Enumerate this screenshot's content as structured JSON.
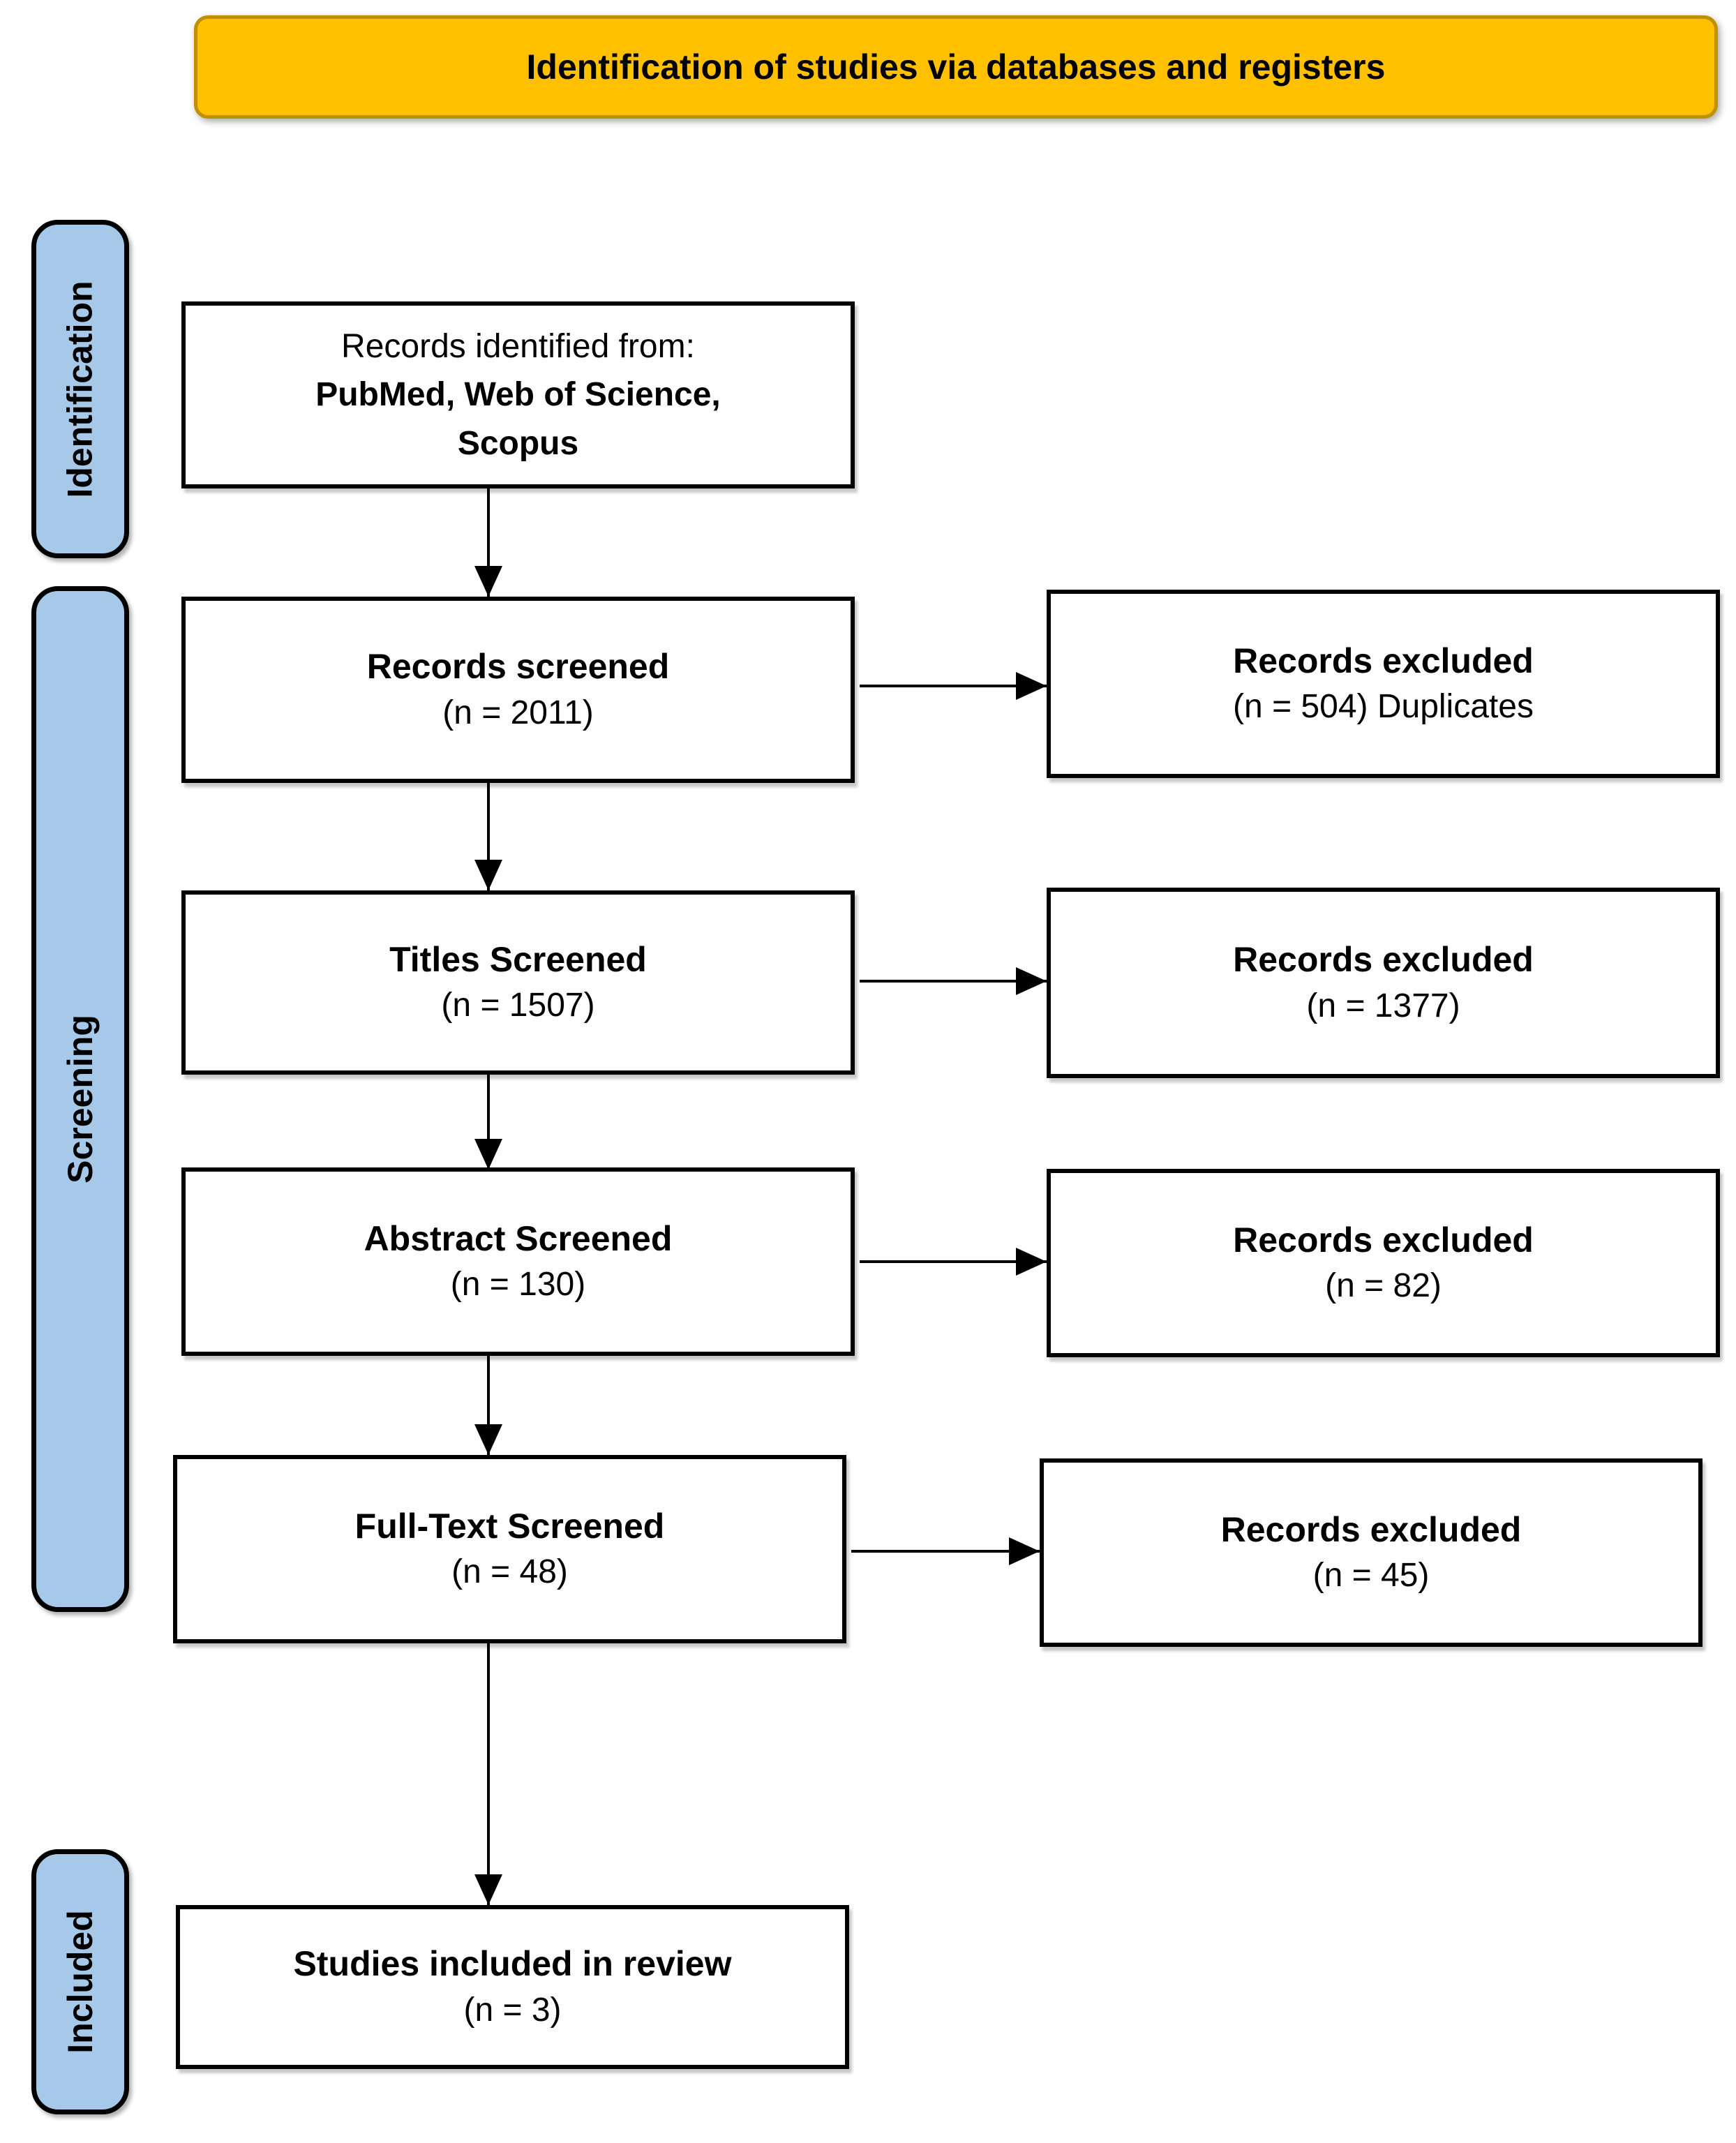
{
  "banner": {
    "label": "Identification of studies via databases and registers",
    "fill_color": "#FFC000",
    "border_color": "#BF9000"
  },
  "sidebar": {
    "fill_color": "#A6C9E9",
    "border_color": "#000000",
    "stages": [
      {
        "label": "Identification"
      },
      {
        "label": "Screening"
      },
      {
        "label": "Included"
      }
    ]
  },
  "flow": {
    "identified": {
      "line1": "Records identified from:",
      "line2": "PubMed, Web of Science,",
      "line3": "Scopus"
    },
    "main": [
      {
        "title": "Records screened",
        "count": "(n = 2011)"
      },
      {
        "title": "Titles Screened",
        "count": "(n = 1507)"
      },
      {
        "title": "Abstract Screened",
        "count": "(n = 130)"
      },
      {
        "title": "Full-Text Screened",
        "count": "(n = 48)"
      },
      {
        "title": "Studies included in review",
        "count": "(n = 3)"
      }
    ],
    "excluded": [
      {
        "title": "Records excluded",
        "count": "(n = 504) Duplicates"
      },
      {
        "title": "Records excluded",
        "count": "(n = 1377)"
      },
      {
        "title": "Records excluded",
        "count": "(n = 82)"
      },
      {
        "title": "Records excluded",
        "count": "(n = 45)"
      }
    ]
  }
}
